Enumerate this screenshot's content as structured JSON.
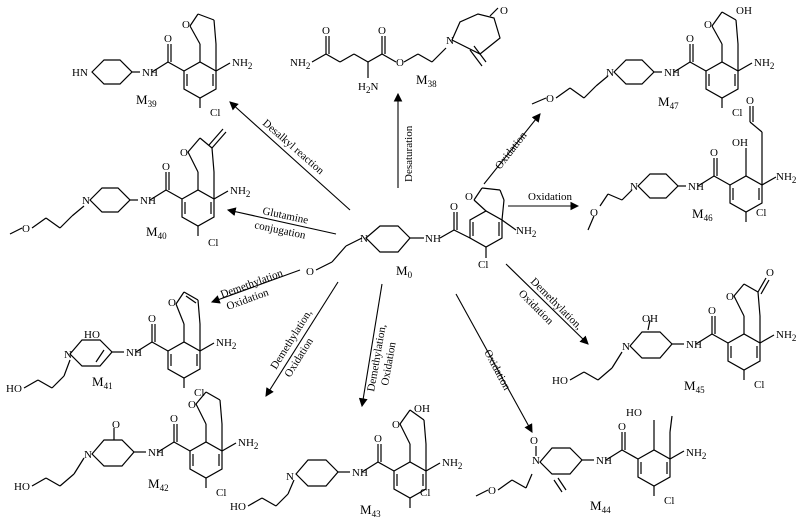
{
  "atoms": {
    "nh": "NH",
    "nh2": "NH",
    "two": "2",
    "cl": "Cl",
    "n": "N",
    "o": "O",
    "oh": "OH",
    "ho": "HO",
    "hn": "HN",
    "h2n": "H",
    "h2nN": "N",
    "nh2b": "NH"
  },
  "compounds": [
    {
      "id": "m0",
      "label": "M",
      "sub": "0"
    },
    {
      "id": "m38",
      "label": "M",
      "sub": "38"
    },
    {
      "id": "m39",
      "label": "M",
      "sub": "39"
    },
    {
      "id": "m40",
      "label": "M",
      "sub": "40"
    },
    {
      "id": "m41",
      "label": "M",
      "sub": "41"
    },
    {
      "id": "m42",
      "label": "M",
      "sub": "42"
    },
    {
      "id": "m43",
      "label": "M",
      "sub": "43"
    },
    {
      "id": "m44",
      "label": "M",
      "sub": "44"
    },
    {
      "id": "m45",
      "label": "M",
      "sub": "45"
    },
    {
      "id": "m46",
      "label": "M",
      "sub": "46"
    },
    {
      "id": "m47",
      "label": "M",
      "sub": "47"
    }
  ],
  "reactions": {
    "desaturation": "Desaturation",
    "desalkyl": "Desalkyl reaction",
    "glutamine1": "Glutamine",
    "glutamine2": "conjugation",
    "demeth_ox_41a": "Demethylation",
    "demeth_ox_41b": "Oxidation",
    "demeth_42a": "Demethylation,",
    "demeth_42b": "Oxidation",
    "demeth_43a": "Demethylation,",
    "demeth_43b": "Oxidation",
    "ox_44": "Oxidation",
    "demeth_45a": "Demethylation,",
    "demeth_45b": "Oxidation",
    "ox_46": "Oxidation",
    "ox_47": "Oxidation"
  }
}
